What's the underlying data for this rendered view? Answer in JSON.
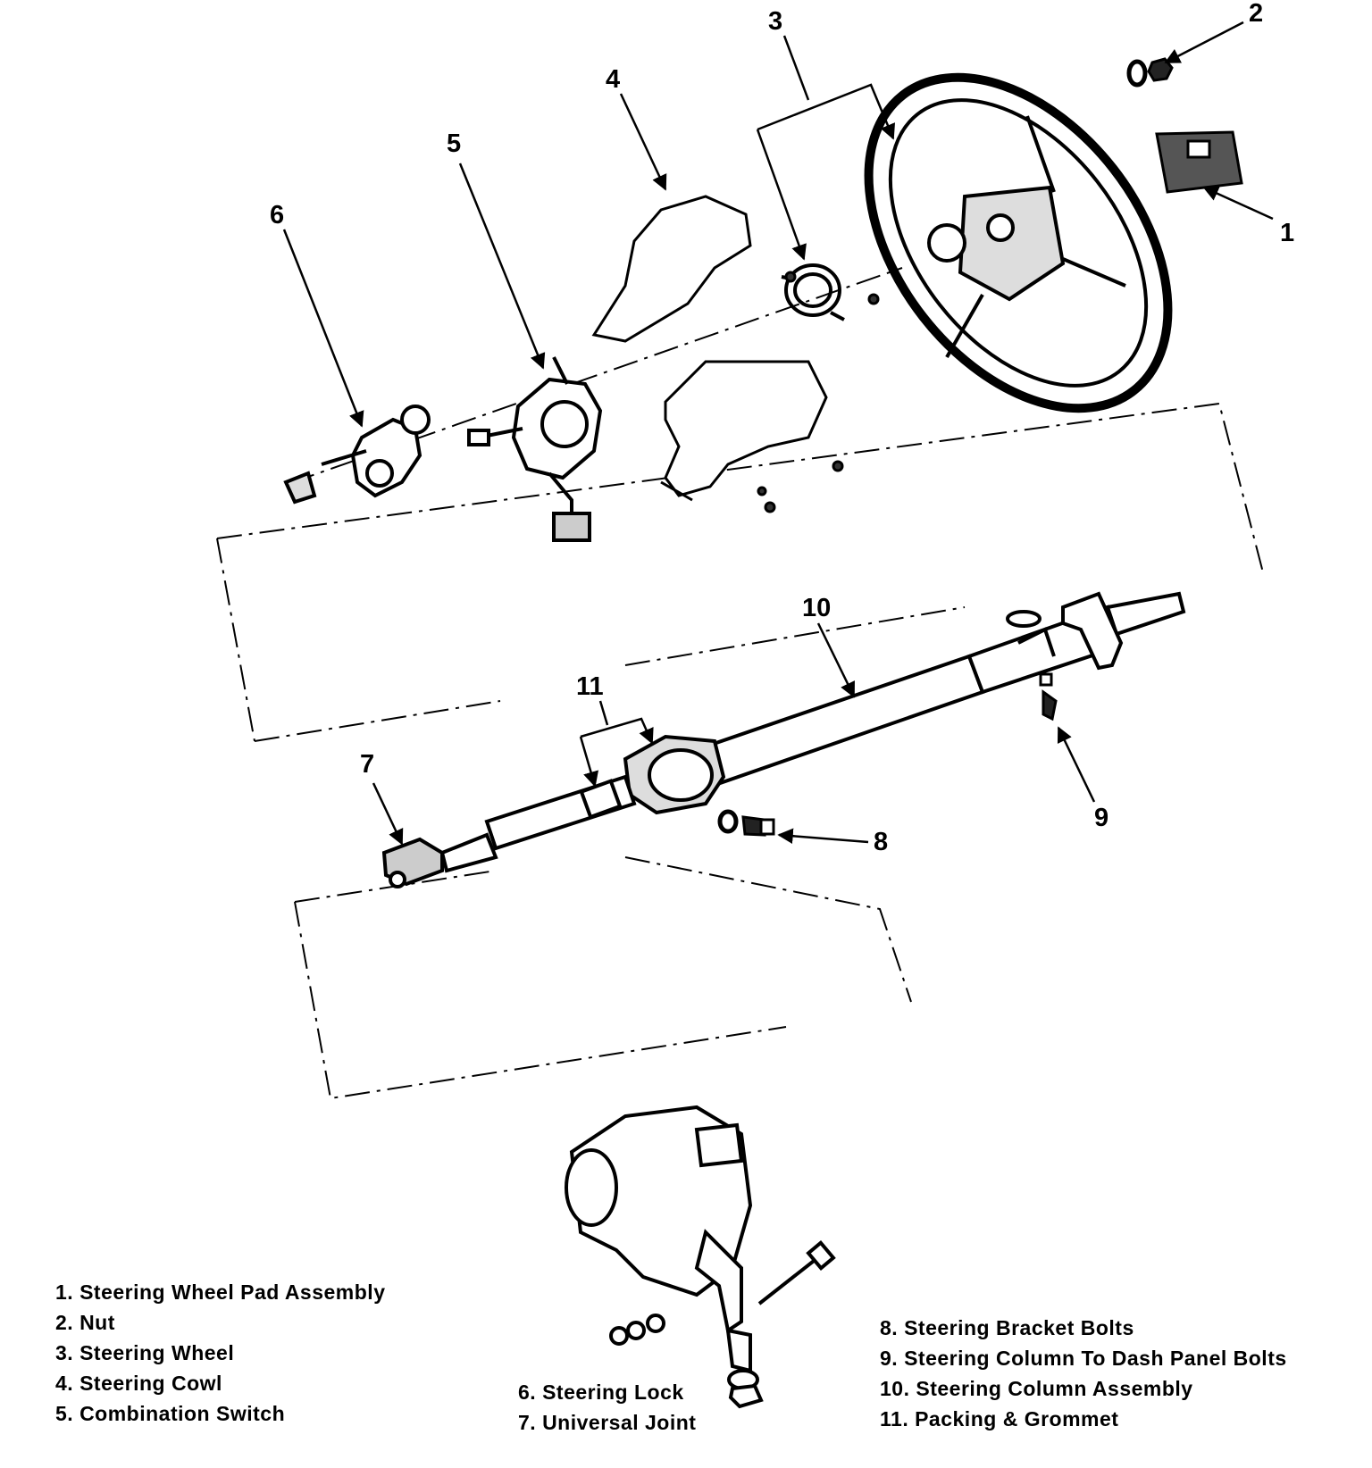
{
  "callouts": [
    "1",
    "2",
    "3",
    "4",
    "5",
    "6",
    "7",
    "8",
    "9",
    "10",
    "11"
  ],
  "legend_left": [
    "1. Steering Wheel Pad Assembly",
    "2. Nut",
    "3. Steering Wheel",
    "4. Steering Cowl",
    "5. Combination Switch"
  ],
  "legend_middle": [
    "6. Steering Lock",
    "7. Universal Joint"
  ],
  "legend_right": [
    "8. Steering Bracket Bolts",
    "9. Steering Column To Dash Panel Bolts",
    "10. Steering Column Assembly",
    "11. Packing & Grommet"
  ]
}
